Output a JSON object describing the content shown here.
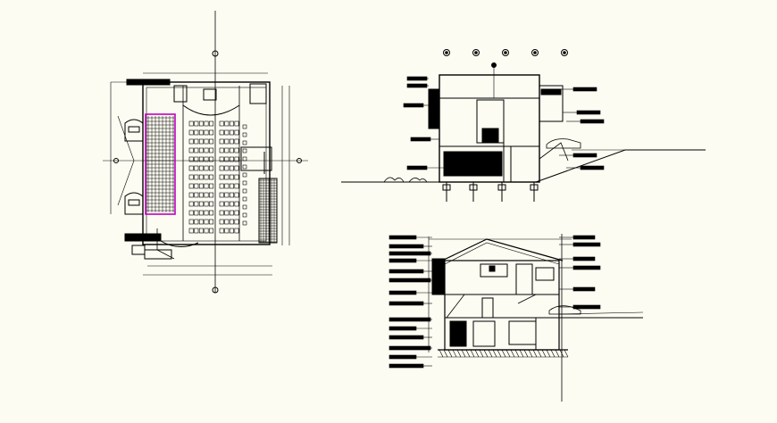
{
  "drawing": {
    "background": "#fdfcf2",
    "line_color": "#000000",
    "accent_color": "#c000c0",
    "views": [
      {
        "id": "floor-plan",
        "kind": "plan"
      },
      {
        "id": "front-elevation",
        "kind": "elevation"
      },
      {
        "id": "cross-section",
        "kind": "section"
      }
    ],
    "grid_bubbles_count": 5,
    "seat_rows": 13,
    "seat_columns": 9
  }
}
